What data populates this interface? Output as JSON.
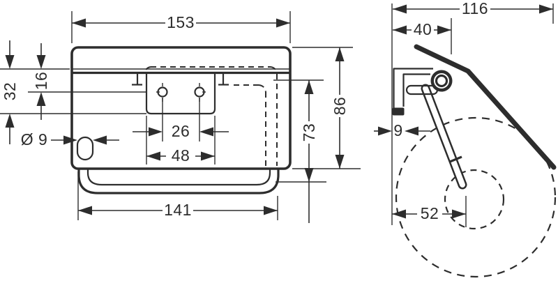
{
  "colors": {
    "ink": "#2d2d2d",
    "background": "#ffffff"
  },
  "dims": {
    "front": {
      "width": "153",
      "rail_offset": "16",
      "plate_offset": "32",
      "hole_diameter": "Ø 9",
      "hole_spacing": "26",
      "bracket_width": "48",
      "bar_width": "141",
      "flap_height": "73",
      "plate_height": "86"
    },
    "side": {
      "depth": "116",
      "front_offset": "40",
      "plate_depth": "9",
      "roll_center_offset": "52"
    }
  }
}
